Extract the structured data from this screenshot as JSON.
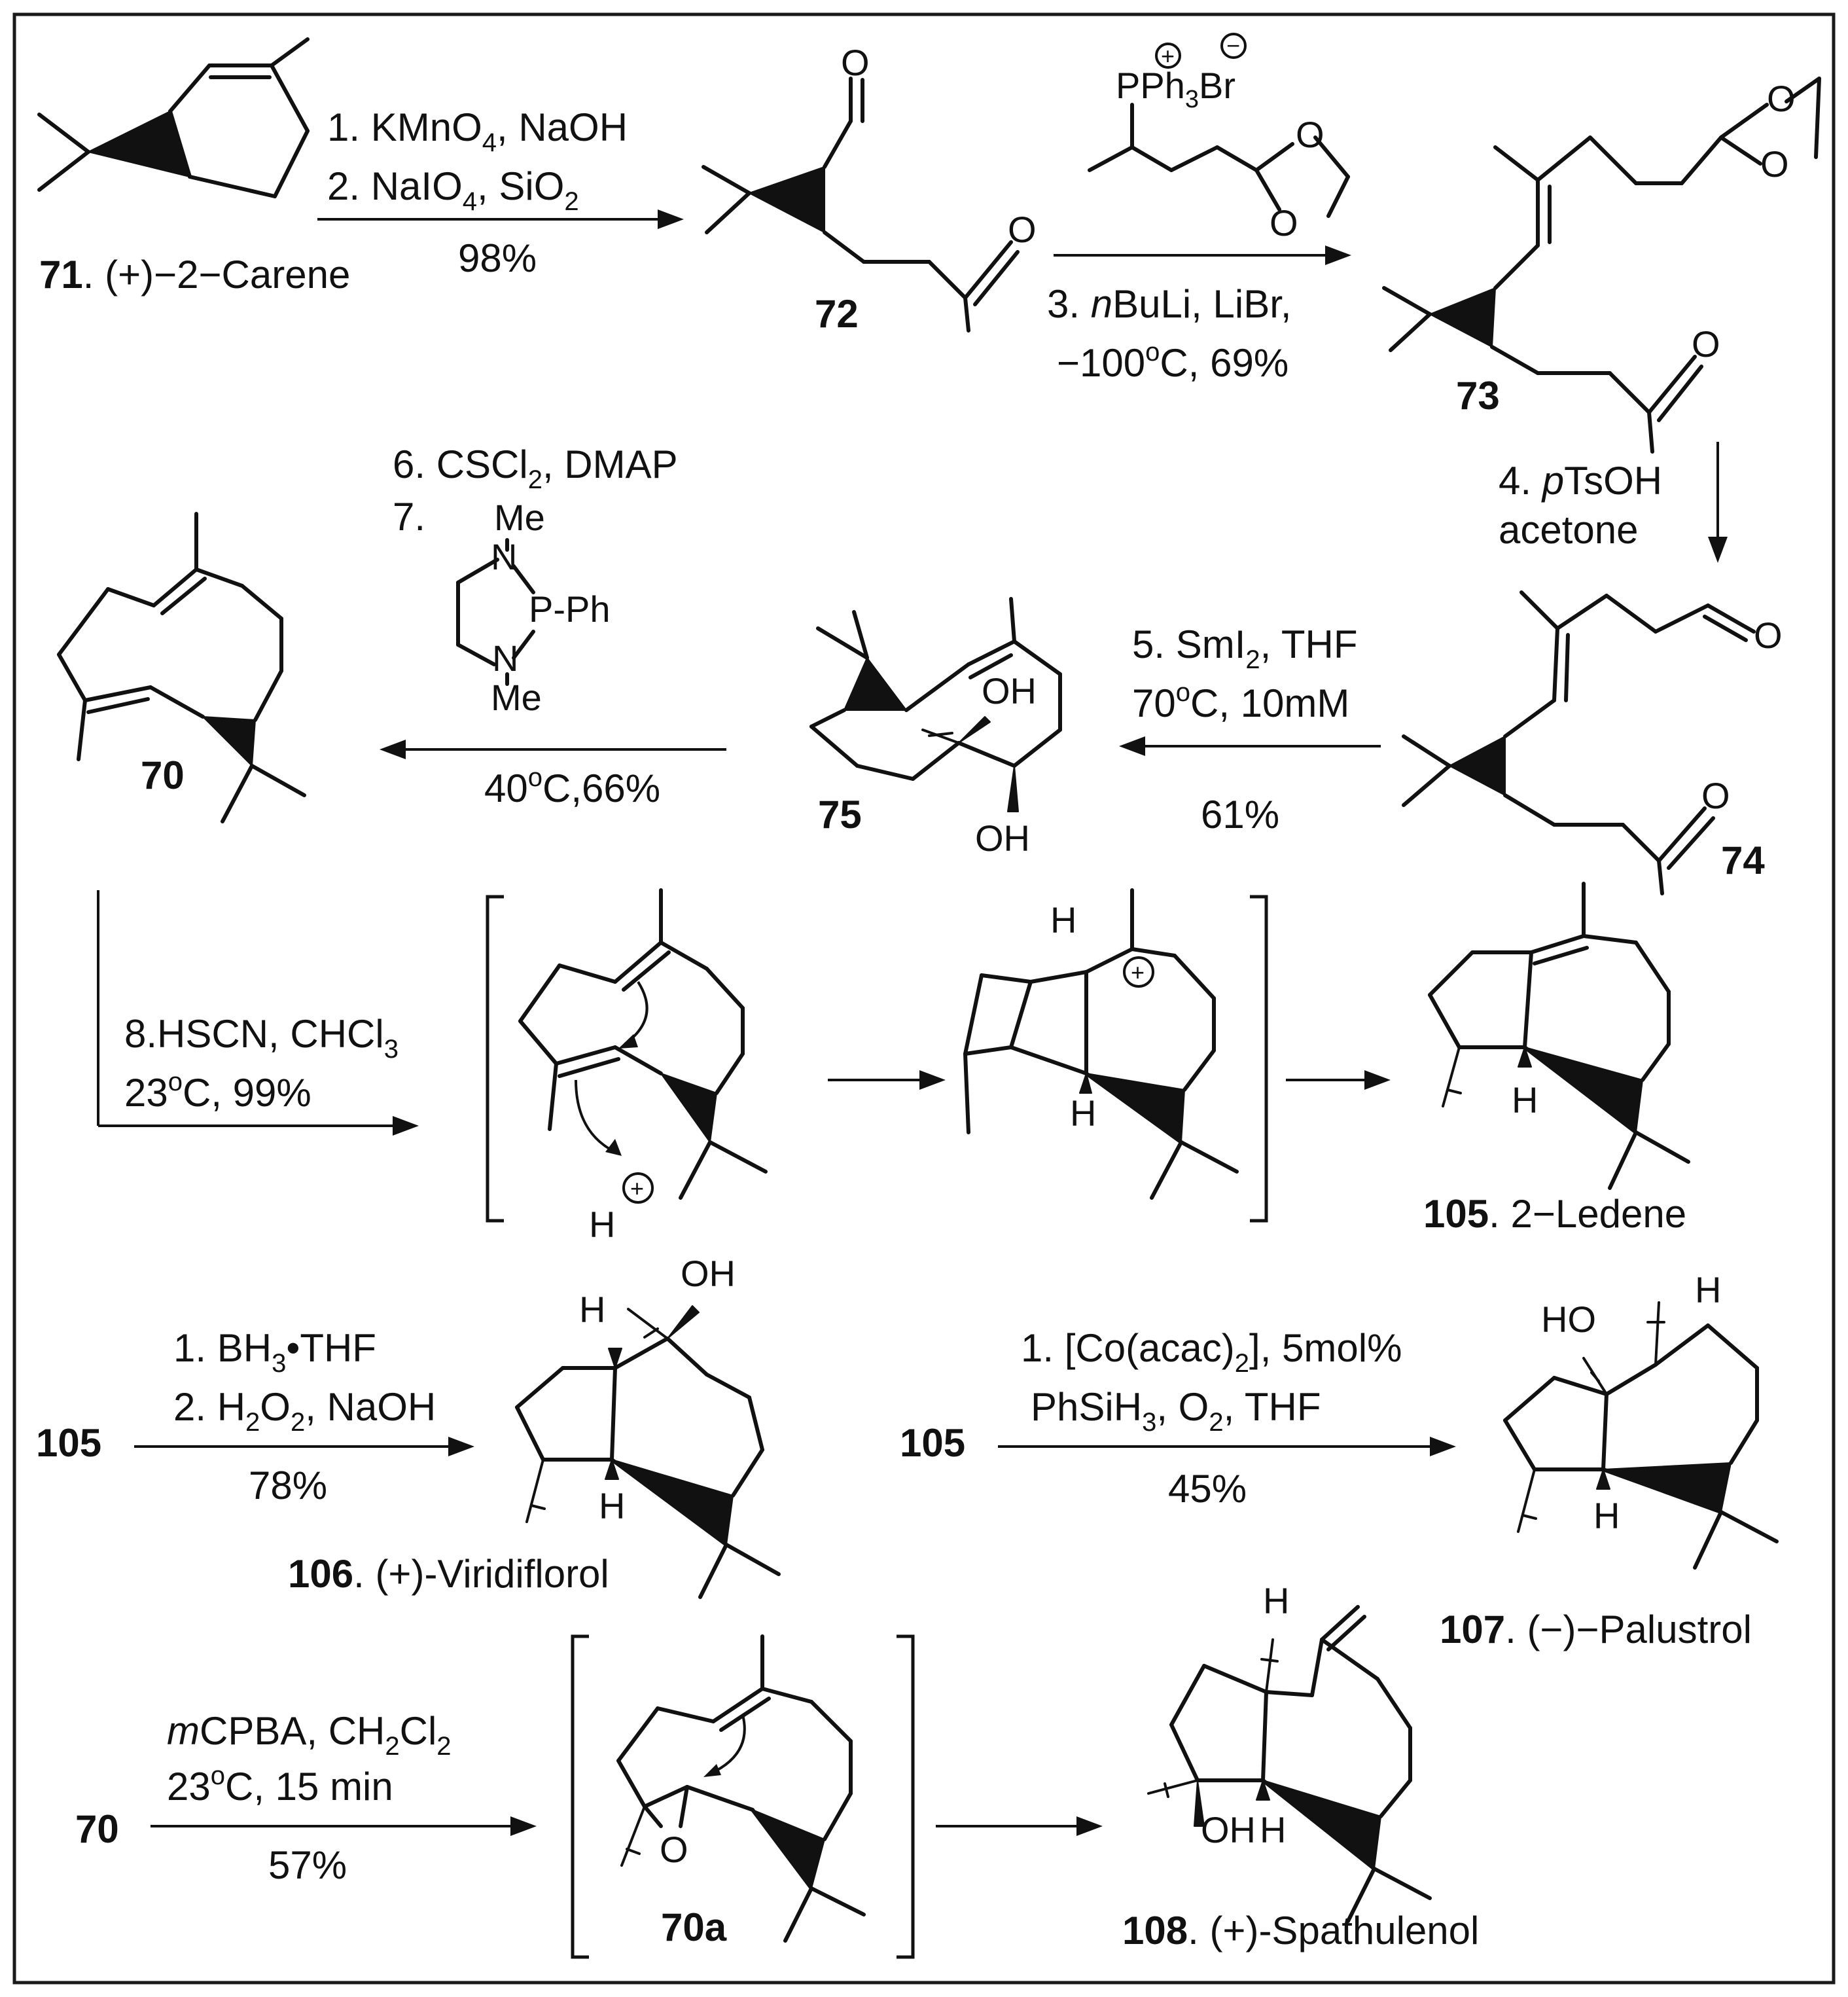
{
  "compounds": {
    "c71": {
      "number": "71",
      "name": ". (+)−2−Carene"
    },
    "c72": {
      "number": "72"
    },
    "c73": {
      "number": "73"
    },
    "c74": {
      "number": "74"
    },
    "c75": {
      "number": "75"
    },
    "c70": {
      "number": "70"
    },
    "c105": {
      "number": "105",
      "name": ". 2−Ledene"
    },
    "c106": {
      "number": "106",
      "name": ". (+)-Viridiflorol"
    },
    "c107": {
      "number": "107",
      "name": ". (−)−Palustrol"
    },
    "c70a": {
      "number": "70a"
    },
    "c108": {
      "number": "108",
      "name": ". (+)-Spathulenol"
    }
  },
  "reagent_labels": {
    "r1": [
      "PPh",
      "3",
      "Br"
    ],
    "r7": [
      "Me",
      "N",
      "P-Ph",
      "N",
      "Me"
    ]
  },
  "steps": {
    "s1": [
      "1. KMnO",
      "4",
      ", NaOH"
    ],
    "s2": [
      "2. NaIO",
      "4",
      ", SiO",
      "2"
    ],
    "s12_yield": "98%",
    "s3a": [
      "3. ",
      "n",
      "BuLi, LiBr,"
    ],
    "s3b": [
      "−100",
      "o",
      "C, 69%"
    ],
    "s4a": [
      "4. ",
      "p",
      "TsOH"
    ],
    "s4b": "acetone",
    "s5a": [
      "5. SmI",
      "2",
      ", THF"
    ],
    "s5b": [
      "70",
      "o",
      "C, 10mM"
    ],
    "s5_yield": "61%",
    "s6": [
      "6. CSCl",
      "2",
      ", DMAP"
    ],
    "s7": "7.",
    "s67_cond": [
      "40",
      "o",
      "C,66%"
    ],
    "s8a": [
      "8.HSCN, CHCl",
      "3"
    ],
    "s8b": [
      "23",
      "o",
      "C, 99%"
    ],
    "v1": [
      "1. BH",
      "3",
      "•",
      "THF"
    ],
    "v2": [
      "2. H",
      "2",
      "O",
      "2",
      ", NaOH"
    ],
    "v_yield": "78%",
    "p1": [
      "1. [Co(acac)",
      "2",
      "], 5mol%"
    ],
    "p2": [
      "PhSiH",
      "3",
      ", O",
      "2",
      ", THF"
    ],
    "p_yield": "45%",
    "e1": [
      "m",
      "CPBA, CH",
      "2",
      "Cl",
      "2"
    ],
    "e2": [
      "23",
      "o",
      "C, 15 min"
    ],
    "e_yield": "57%"
  },
  "atoms": {
    "O": "O",
    "OH": "OH",
    "HO": "HO",
    "H": "H"
  },
  "charges": {
    "plus": "+",
    "minus": "−"
  }
}
